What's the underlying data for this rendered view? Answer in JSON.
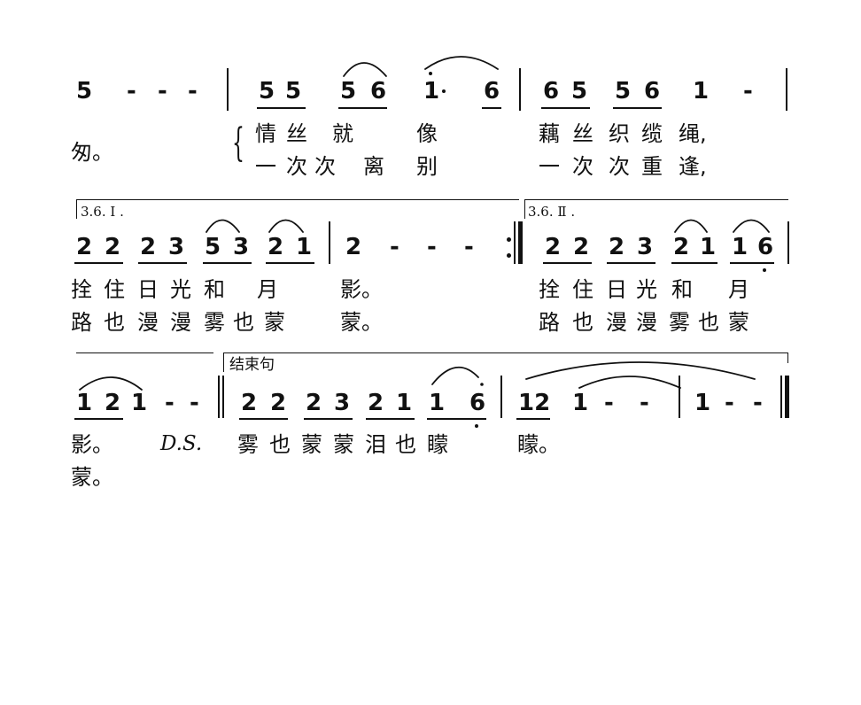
{
  "score": {
    "system1": {
      "notes": [
        "5",
        "-",
        "-",
        "-",
        "5",
        "5",
        "5",
        "6",
        "1",
        "6",
        "6",
        "5",
        "5",
        "6",
        "1",
        "-"
      ],
      "lyric_verse1": [
        "匆。",
        "情",
        "丝",
        "就",
        "像",
        "藕",
        "丝",
        "织",
        "缆",
        "绳,"
      ],
      "lyric_verse2": [
        "一",
        "次",
        "次",
        "离",
        "别",
        "一",
        "次",
        "次",
        "重",
        "逢,"
      ],
      "brace": "{"
    },
    "system2": {
      "ending1_label": "3.6. Ⅰ .",
      "ending2_label": "3.6. Ⅱ .",
      "notes_ending1": [
        "2",
        "2",
        "2",
        "3",
        "5",
        "3",
        "2",
        "1",
        "2",
        "-",
        "-",
        "-"
      ],
      "notes_ending2": [
        "2",
        "2",
        "2",
        "3",
        "2",
        "1",
        "1",
        "6"
      ],
      "lyric_verse1": [
        "拴",
        "住",
        "日",
        "光",
        "和",
        "月",
        "影。",
        "拴",
        "住",
        "日",
        "光",
        "和",
        "月"
      ],
      "lyric_verse2": [
        "路",
        "也",
        "漫",
        "漫",
        "雾",
        "也",
        "蒙",
        "蒙。",
        "路",
        "也",
        "漫",
        "漫",
        "雾",
        "也",
        "蒙"
      ]
    },
    "system3": {
      "coda_label": "结束句",
      "notes": [
        "1",
        "2",
        "1",
        "-",
        "-",
        "2",
        "2",
        "2",
        "3",
        "2",
        "1",
        "1",
        "6",
        "12",
        "1",
        "-",
        "-",
        "1",
        "-",
        "-"
      ],
      "lyric_verse1": [
        "影。",
        "D.S.",
        "雾",
        "也",
        "蒙",
        "蒙",
        "泪",
        "也",
        "矇",
        "矇。"
      ],
      "lyric_verse2": [
        "蒙。"
      ]
    }
  }
}
